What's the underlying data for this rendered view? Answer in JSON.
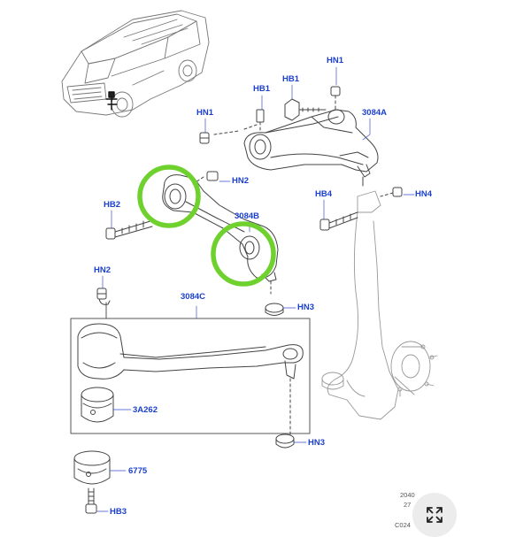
{
  "diagram": {
    "labels": {
      "hn1_top": "HN1",
      "hb1_right": "HB1",
      "hb1_left": "HB1",
      "hn1_left": "HN1",
      "upper_arm": "3084A",
      "hn2_upper": "HN2",
      "hb4": "HB4",
      "hn4": "HN4",
      "hb2": "HB2",
      "lower_arm_front": "3084B",
      "hn2_lower": "HN2",
      "hn3_upper": "HN3",
      "lower_arm_rear": "3084C",
      "bushing_a": "3A262",
      "hn3_lower": "HN3",
      "bushing_b": "6775",
      "hb3": "HB3"
    },
    "footer_codes": [
      "2040",
      "27",
      "C024"
    ],
    "highlight_color": "#6fd12e",
    "label_color": "#1a3fd1"
  },
  "controls": {
    "expand_icon": "expand-arrows-icon"
  }
}
